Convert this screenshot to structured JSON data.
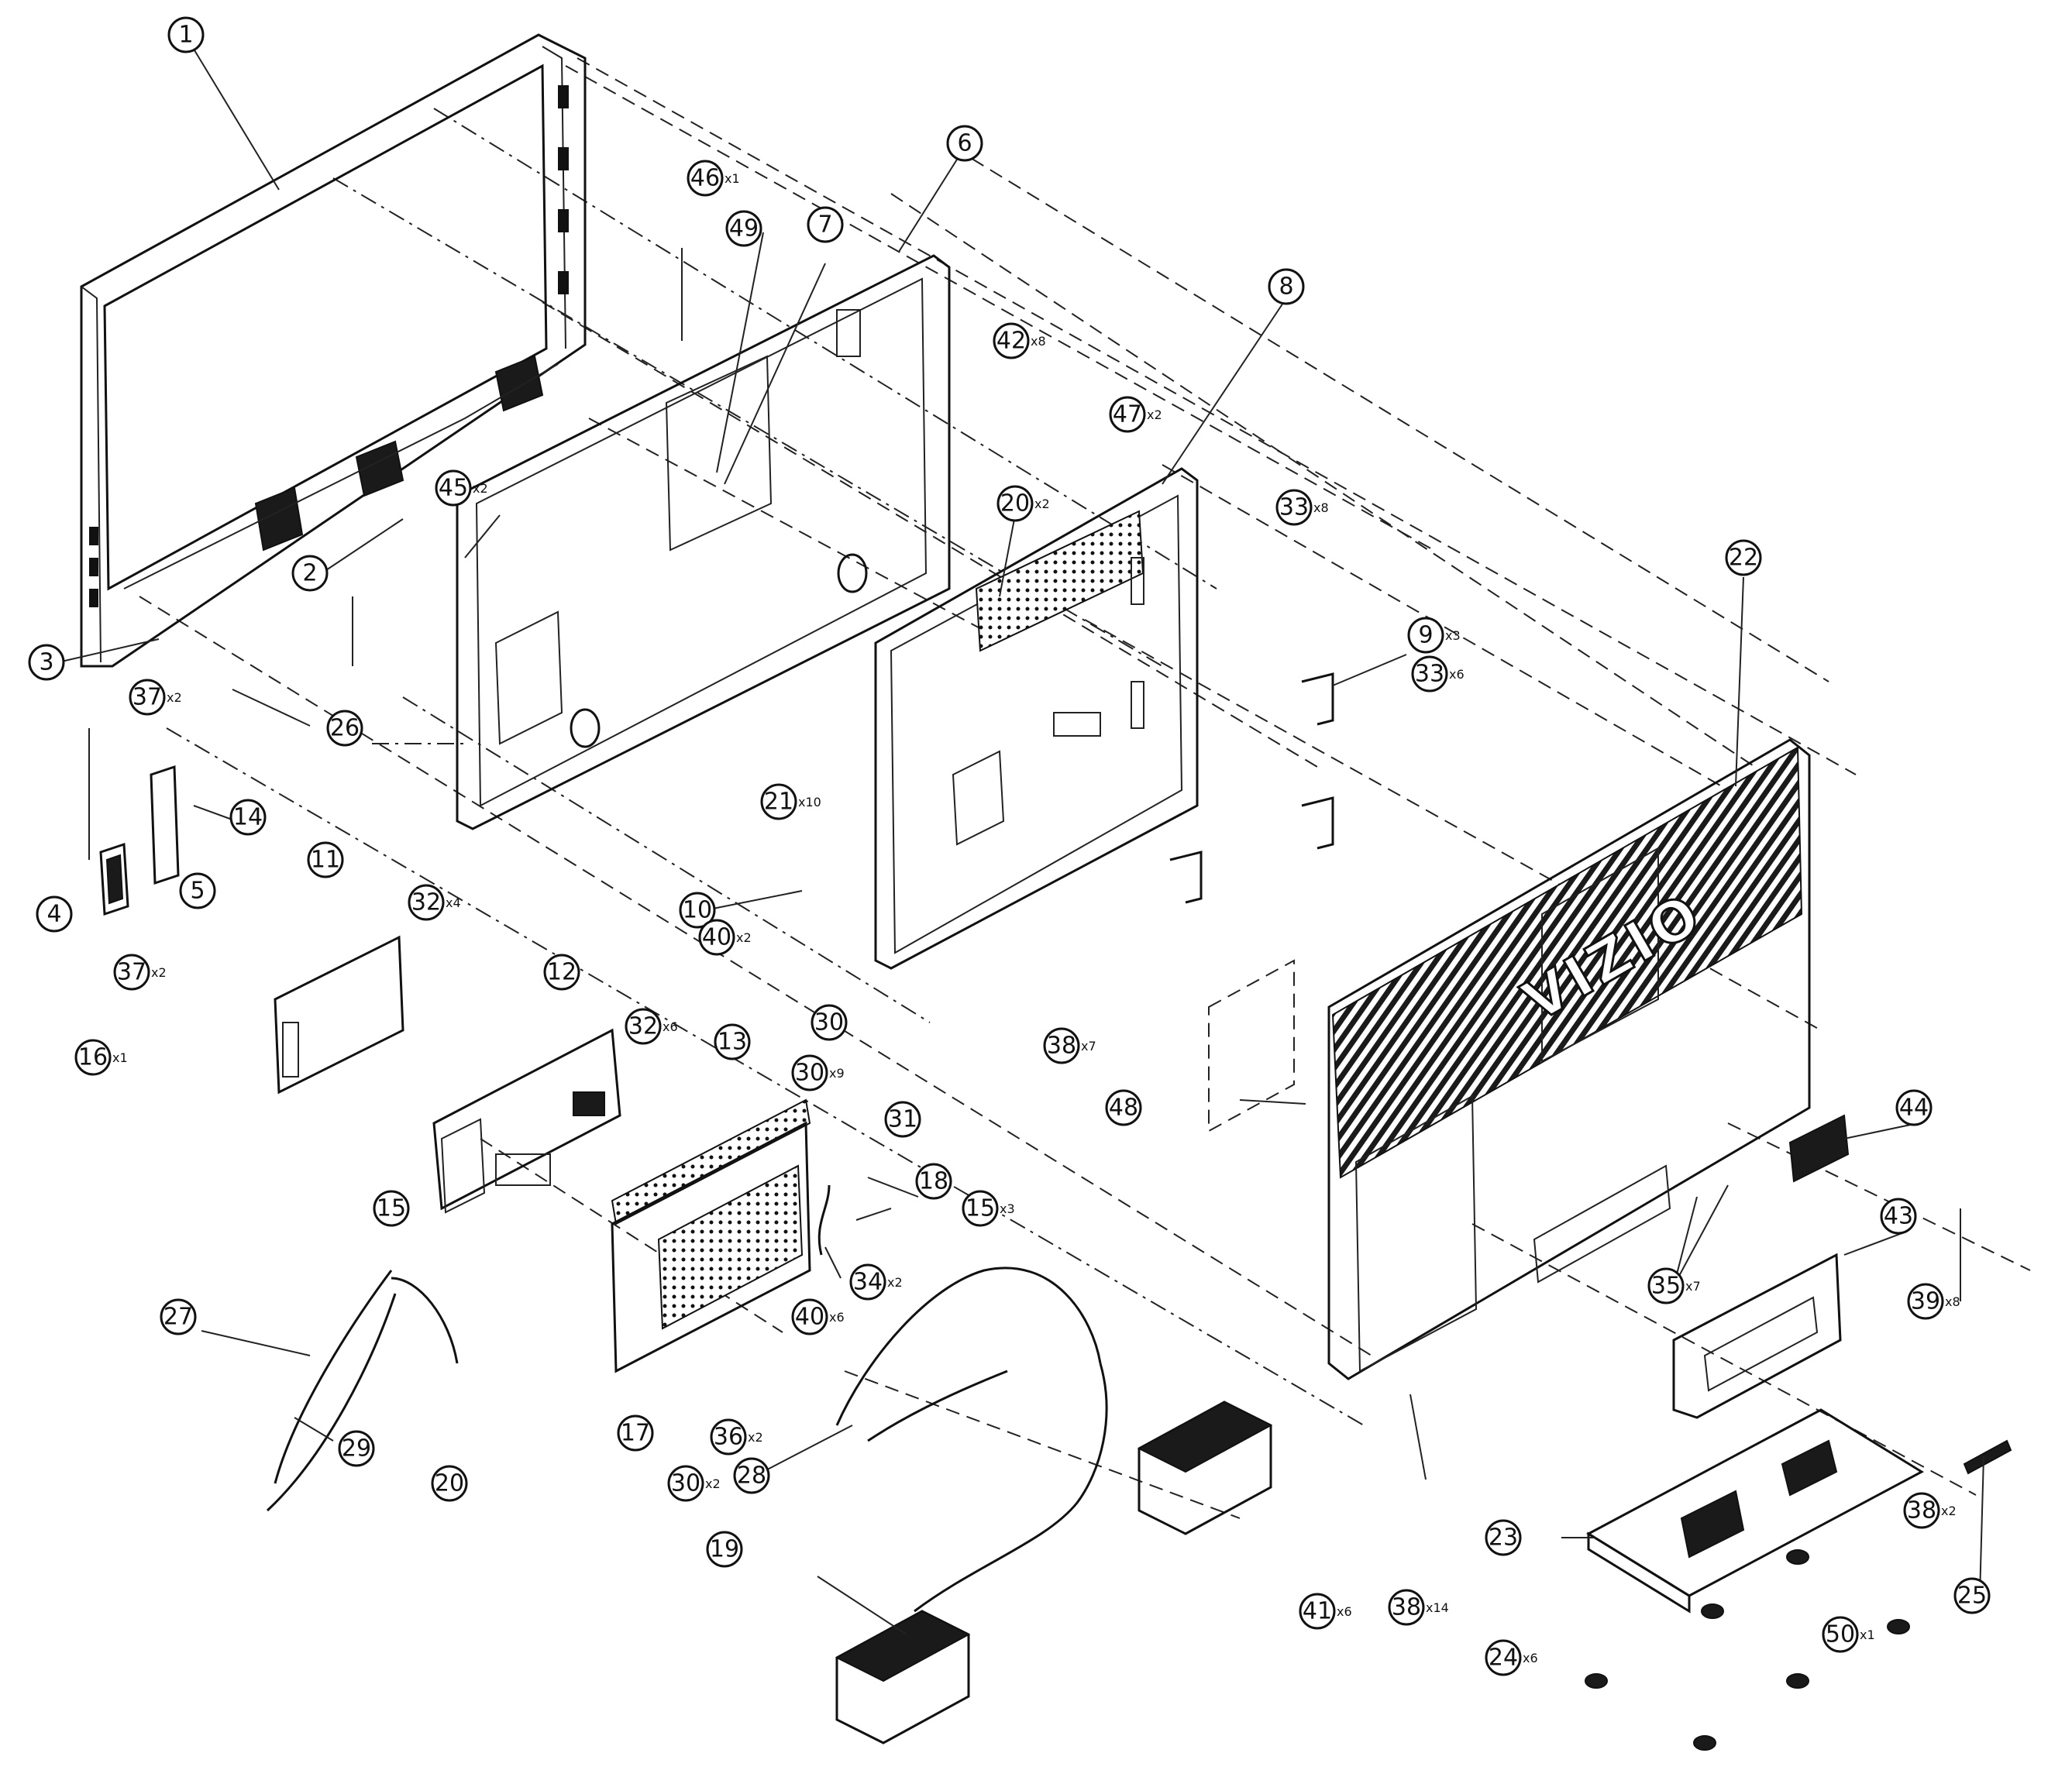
{
  "brand": {
    "logo_text": "VIZIO"
  },
  "callouts": [
    {
      "num": "1",
      "qty": ""
    },
    {
      "num": "2",
      "qty": ""
    },
    {
      "num": "3",
      "qty": ""
    },
    {
      "num": "4",
      "qty": ""
    },
    {
      "num": "5",
      "qty": ""
    },
    {
      "num": "6",
      "qty": ""
    },
    {
      "num": "7",
      "qty": ""
    },
    {
      "num": "8",
      "qty": ""
    },
    {
      "num": "9",
      "qty": "x3"
    },
    {
      "num": "10",
      "qty": ""
    },
    {
      "num": "11",
      "qty": ""
    },
    {
      "num": "12",
      "qty": ""
    },
    {
      "num": "13",
      "qty": ""
    },
    {
      "num": "14",
      "qty": ""
    },
    {
      "num": "15",
      "qty": ""
    },
    {
      "num": "15",
      "qty": "x3"
    },
    {
      "num": "16",
      "qty": "x1"
    },
    {
      "num": "17",
      "qty": ""
    },
    {
      "num": "18",
      "qty": ""
    },
    {
      "num": "19",
      "qty": ""
    },
    {
      "num": "20",
      "qty": "x2"
    },
    {
      "num": "20",
      "qty": ""
    },
    {
      "num": "21",
      "qty": "x10"
    },
    {
      "num": "22",
      "qty": ""
    },
    {
      "num": "23",
      "qty": ""
    },
    {
      "num": "24",
      "qty": "x6"
    },
    {
      "num": "25",
      "qty": ""
    },
    {
      "num": "26",
      "qty": ""
    },
    {
      "num": "27",
      "qty": ""
    },
    {
      "num": "28",
      "qty": ""
    },
    {
      "num": "29",
      "qty": ""
    },
    {
      "num": "30",
      "qty": ""
    },
    {
      "num": "30",
      "qty": "x9"
    },
    {
      "num": "30",
      "qty": "x2"
    },
    {
      "num": "31",
      "qty": ""
    },
    {
      "num": "32",
      "qty": "x4"
    },
    {
      "num": "32",
      "qty": "x6"
    },
    {
      "num": "33",
      "qty": "x8"
    },
    {
      "num": "33",
      "qty": "x6"
    },
    {
      "num": "34",
      "qty": "x2"
    },
    {
      "num": "35",
      "qty": "x7"
    },
    {
      "num": "36",
      "qty": "x2"
    },
    {
      "num": "37",
      "qty": "x2"
    },
    {
      "num": "37",
      "qty": "x2"
    },
    {
      "num": "38",
      "qty": "x7"
    },
    {
      "num": "38",
      "qty": "x14"
    },
    {
      "num": "38",
      "qty": "x2"
    },
    {
      "num": "39",
      "qty": "x8"
    },
    {
      "num": "40",
      "qty": "x2"
    },
    {
      "num": "40",
      "qty": "x6"
    },
    {
      "num": "41",
      "qty": "x6"
    },
    {
      "num": "42",
      "qty": "x8"
    },
    {
      "num": "43",
      "qty": ""
    },
    {
      "num": "44",
      "qty": ""
    },
    {
      "num": "45",
      "qty": "x2"
    },
    {
      "num": "46",
      "qty": "x1"
    },
    {
      "num": "47",
      "qty": "x2"
    },
    {
      "num": "48",
      "qty": ""
    },
    {
      "num": "49",
      "qty": ""
    },
    {
      "num": "50",
      "qty": "x1"
    }
  ]
}
